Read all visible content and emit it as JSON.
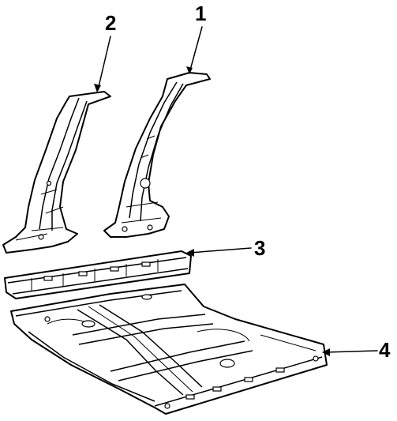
{
  "callouts": [
    {
      "id": "1",
      "label": "1"
    },
    {
      "id": "2",
      "label": "2"
    },
    {
      "id": "3",
      "label": "3"
    },
    {
      "id": "4",
      "label": "4"
    }
  ],
  "colors": {
    "ink": "#000000",
    "background": "#ffffff"
  }
}
